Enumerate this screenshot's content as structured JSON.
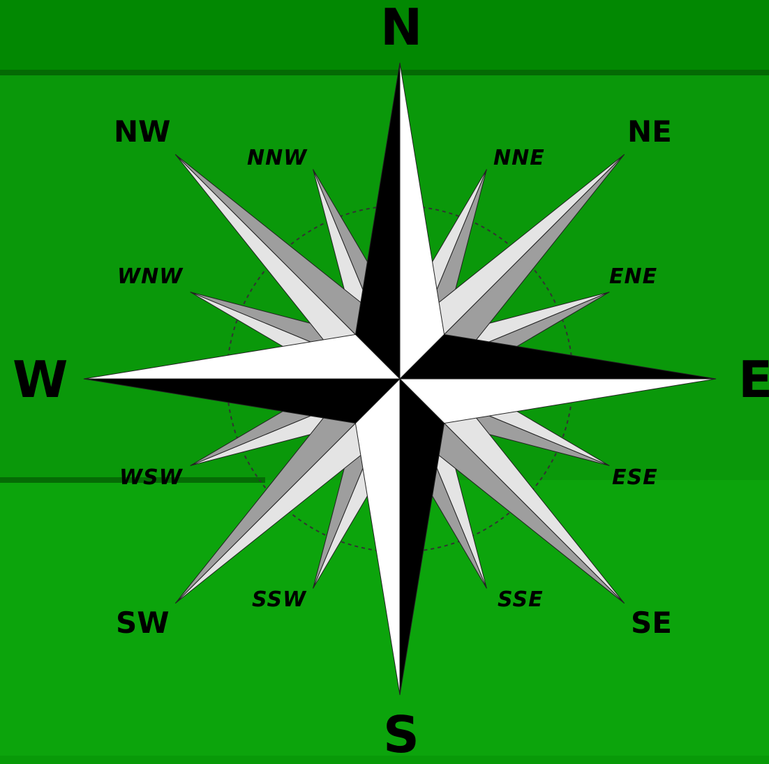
{
  "colors": {
    "background_top": "#028802",
    "background_main": "#0a980a",
    "background_bottom": "#0ca40c",
    "point_dark": "#000000",
    "point_light": "#ffffff",
    "secondary_light": "#e4e4e4",
    "secondary_dark": "#9e9e9e"
  },
  "labels": {
    "n": "N",
    "s": "S",
    "e": "E",
    "w": "W",
    "ne": "NE",
    "nw": "NW",
    "se": "SE",
    "sw": "SW",
    "nne": "NNE",
    "nnw": "NNW",
    "ene": "ENE",
    "ese": "ESE",
    "wnw": "WNW",
    "wsw": "WSW",
    "sse": "SSE",
    "ssw": "SSW"
  }
}
